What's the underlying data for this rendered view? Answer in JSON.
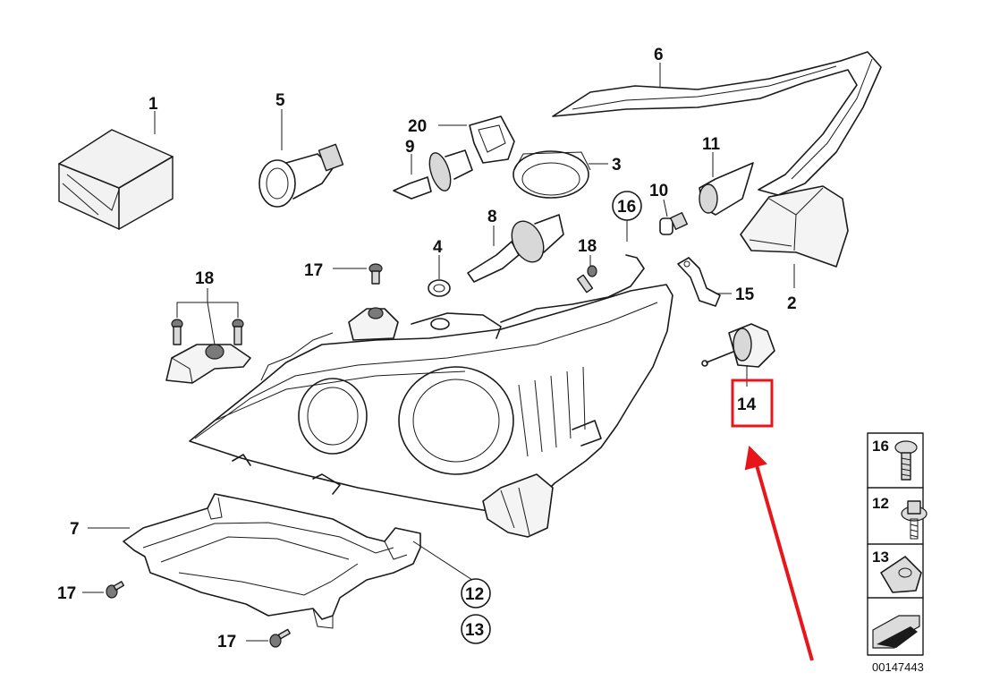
{
  "diagram": {
    "part_labels": {
      "p1": "1",
      "p2": "2",
      "p3": "3",
      "p4": "4",
      "p5": "5",
      "p6": "6",
      "p7": "7",
      "p8": "8",
      "p9": "9",
      "p10": "10",
      "p11": "11",
      "p12": "12",
      "p13": "13",
      "p14": "14",
      "p15": "15",
      "p16": "16",
      "p17a": "17",
      "p17b": "17",
      "p17c": "17",
      "p18a": "18",
      "p18b": "18",
      "p20": "20"
    },
    "legend": {
      "item16": "16",
      "item12": "12",
      "item13": "13"
    },
    "catalog_number": "00147443",
    "highlight_color": "#e8161b",
    "highlighted_part": "14"
  }
}
